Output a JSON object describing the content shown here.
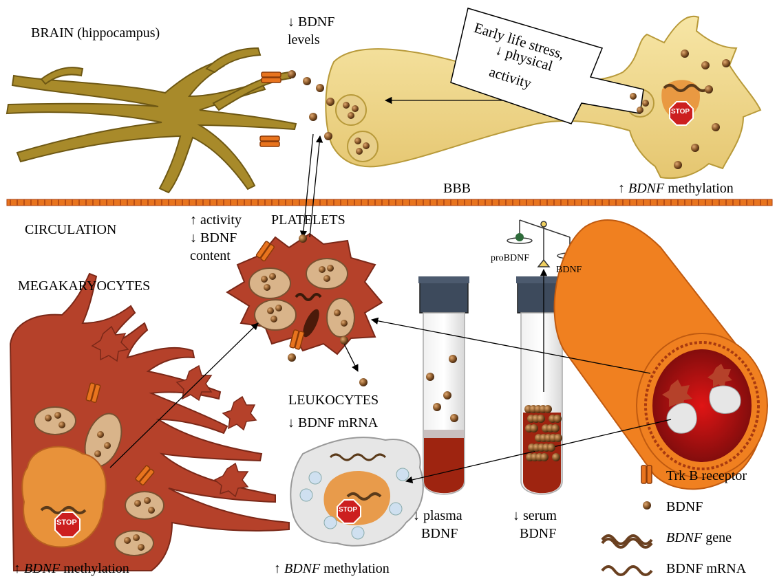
{
  "labels": {
    "brain": "BRAIN (hippocampus)",
    "bdnf_levels_arrow": "↓ BDNF",
    "bdnf_levels_word": "levels",
    "stress_line1": "Early life stress,",
    "stress_line2": "↓ physical",
    "stress_line3": "activity",
    "bbb": "BBB",
    "brain_methylation_arrow": "↑",
    "brain_methylation_gene": "BDNF",
    "brain_methylation_word": "methylation",
    "circulation": "CIRCULATION",
    "activity_line1": "↑ activity",
    "activity_line2": "↓ BDNF",
    "activity_line3": "content",
    "platelets": "PLATELETS",
    "megakaryocytes": "MEGAKARYOCYTES",
    "leukocytes": "LEUKOCYTES",
    "leuk_mrna": "↓ BDNF mRNA",
    "probdnf": "proBDNF",
    "balance_bdnf": "BDNF",
    "plasma_line1": "↓ plasma",
    "plasma_line2": "BDNF",
    "serum_line1": "↓ serum",
    "serum_line2": "BDNF",
    "mk_methylation_arrow": "↑",
    "mk_methylation_gene": "BDNF",
    "mk_methylation_word": "methylation",
    "leuk_methylation_arrow": "↑",
    "leuk_methylation_gene": "BDNF",
    "leuk_methylation_word": "methylation",
    "stop": "STOP"
  },
  "legend": {
    "trkb": "Trk B receptor",
    "bdnf": "BDNF",
    "gene": "BDNF",
    "gene_suffix": "gene",
    "mrna": "BDNF mRNA"
  },
  "colors": {
    "neuron_dark": "#a88a2a",
    "neuron_light": "#f0d98a",
    "megakaryocyte": "#b5412a",
    "vessel": "#f08020",
    "bbb_line": "#d9541e",
    "bdnf_ball": "#8b5a2b",
    "trkb": "#e8741e",
    "stop": "#cc1f1f"
  }
}
